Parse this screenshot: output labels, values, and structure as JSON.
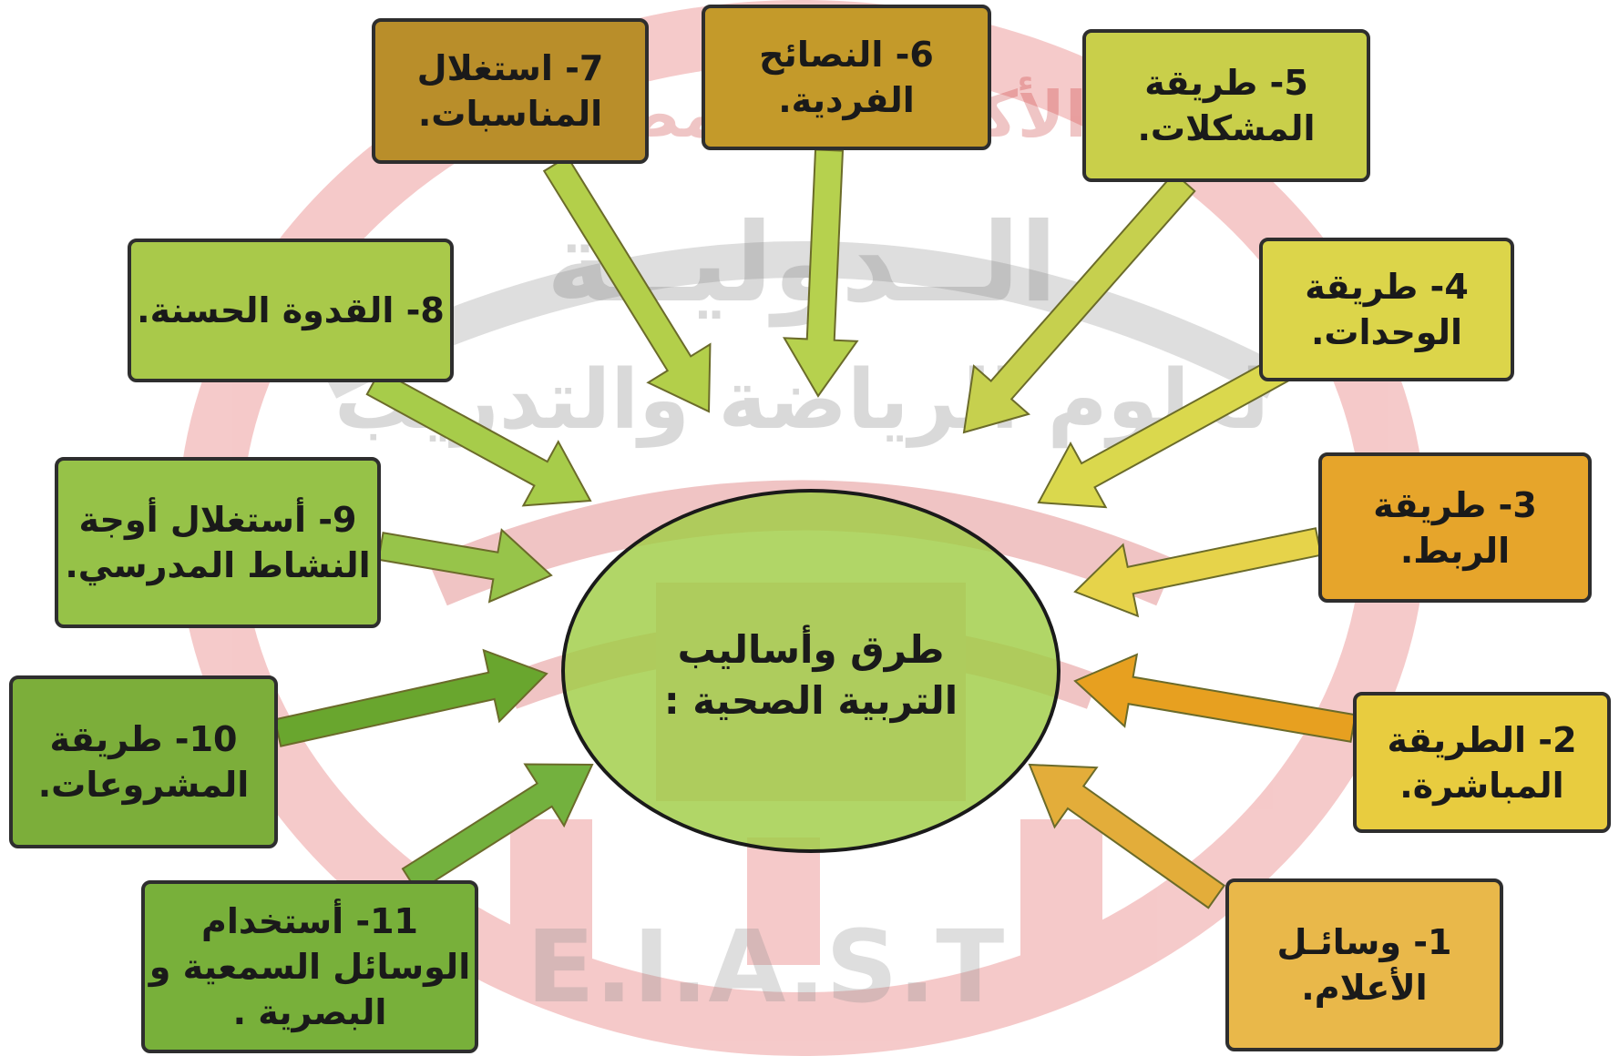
{
  "center": {
    "title": "طرق وأساليب\nالتربية الصحية :"
  },
  "boxes": [
    {
      "id": "1",
      "label": "1- وسائـل\nالأعلام.",
      "color": "#e9b84a"
    },
    {
      "id": "2",
      "label": "2- الطريقة\nالمباشرة.",
      "color": "#e8cc3f"
    },
    {
      "id": "3",
      "label": "3- طريقة\nالربط.",
      "color": "#e6a52b"
    },
    {
      "id": "4",
      "label": "4- طريقة\nالوحدات.",
      "color": "#dcd54a"
    },
    {
      "id": "5",
      "label": "5- طريقة\nالمشكلات.",
      "color": "#c9cf4a"
    },
    {
      "id": "6",
      "label": "6- النصائح\nالفردية.",
      "color": "#c49a2a"
    },
    {
      "id": "7",
      "label": "7- استغلال\nالمناسبات.",
      "color": "#b98e2a"
    },
    {
      "id": "8",
      "label": "8- القدوة الحسنة.",
      "color": "#a9c94a"
    },
    {
      "id": "9",
      "label": "9- أستغلال أوجة\nالنشاط المدرسي.",
      "color": "#96c248"
    },
    {
      "id": "10",
      "label": "10- طريقة\nالمشروعات.",
      "color": "#7cae3a"
    },
    {
      "id": "11",
      "label": "11- أستخدام\nالوسائل السمعية و\nالبصرية .",
      "color": "#78b03a"
    }
  ],
  "watermark": {
    "line1": "الأكاديمية المصرية",
    "line2": "الــدوليــة",
    "line3": "لعلوم الرياضة والتدريب",
    "abbr": "E.I.A.S.T"
  }
}
